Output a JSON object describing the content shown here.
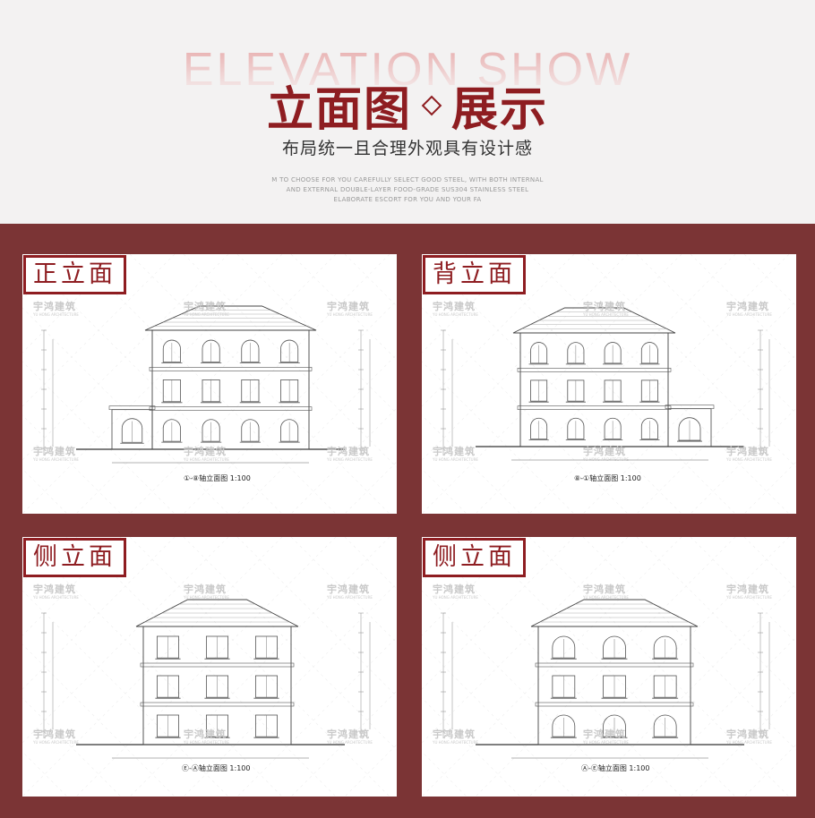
{
  "header": {
    "background_text": "ELEVATION SHOW",
    "title_left": "立面图",
    "title_right": "展示",
    "subtitle": "布局统一且合理外观具有设计感",
    "small_lines": [
      "M TO CHOOSE FOR YOU CAREFULLY SELECT GOOD STEEL, WITH BOTH INTERNAL",
      "AND EXTERNAL DOUBLE-LAYER FOOD-GRADE SUS304 STAINLESS STEEL",
      "ELABORATE ESCORT FOR YOU AND YOUR FA"
    ]
  },
  "colors": {
    "accent": "#8e1d21",
    "band": "#7b3435",
    "page": "#f3f2f2"
  },
  "watermark": {
    "text": "宇鸿建筑",
    "sub": "YU HONG ARCHITECTURE"
  },
  "panels": [
    {
      "label": "正立面",
      "caption": "①-⑧轴立面图  1:100"
    },
    {
      "label": "背立面",
      "caption": "⑧-①轴立面图  1:100"
    },
    {
      "label": "侧立面",
      "caption": "Ⓔ-Ⓐ轴立面图  1:100"
    },
    {
      "label": "侧立面",
      "caption": "Ⓐ-Ⓔ轴立面图  1:100"
    }
  ]
}
